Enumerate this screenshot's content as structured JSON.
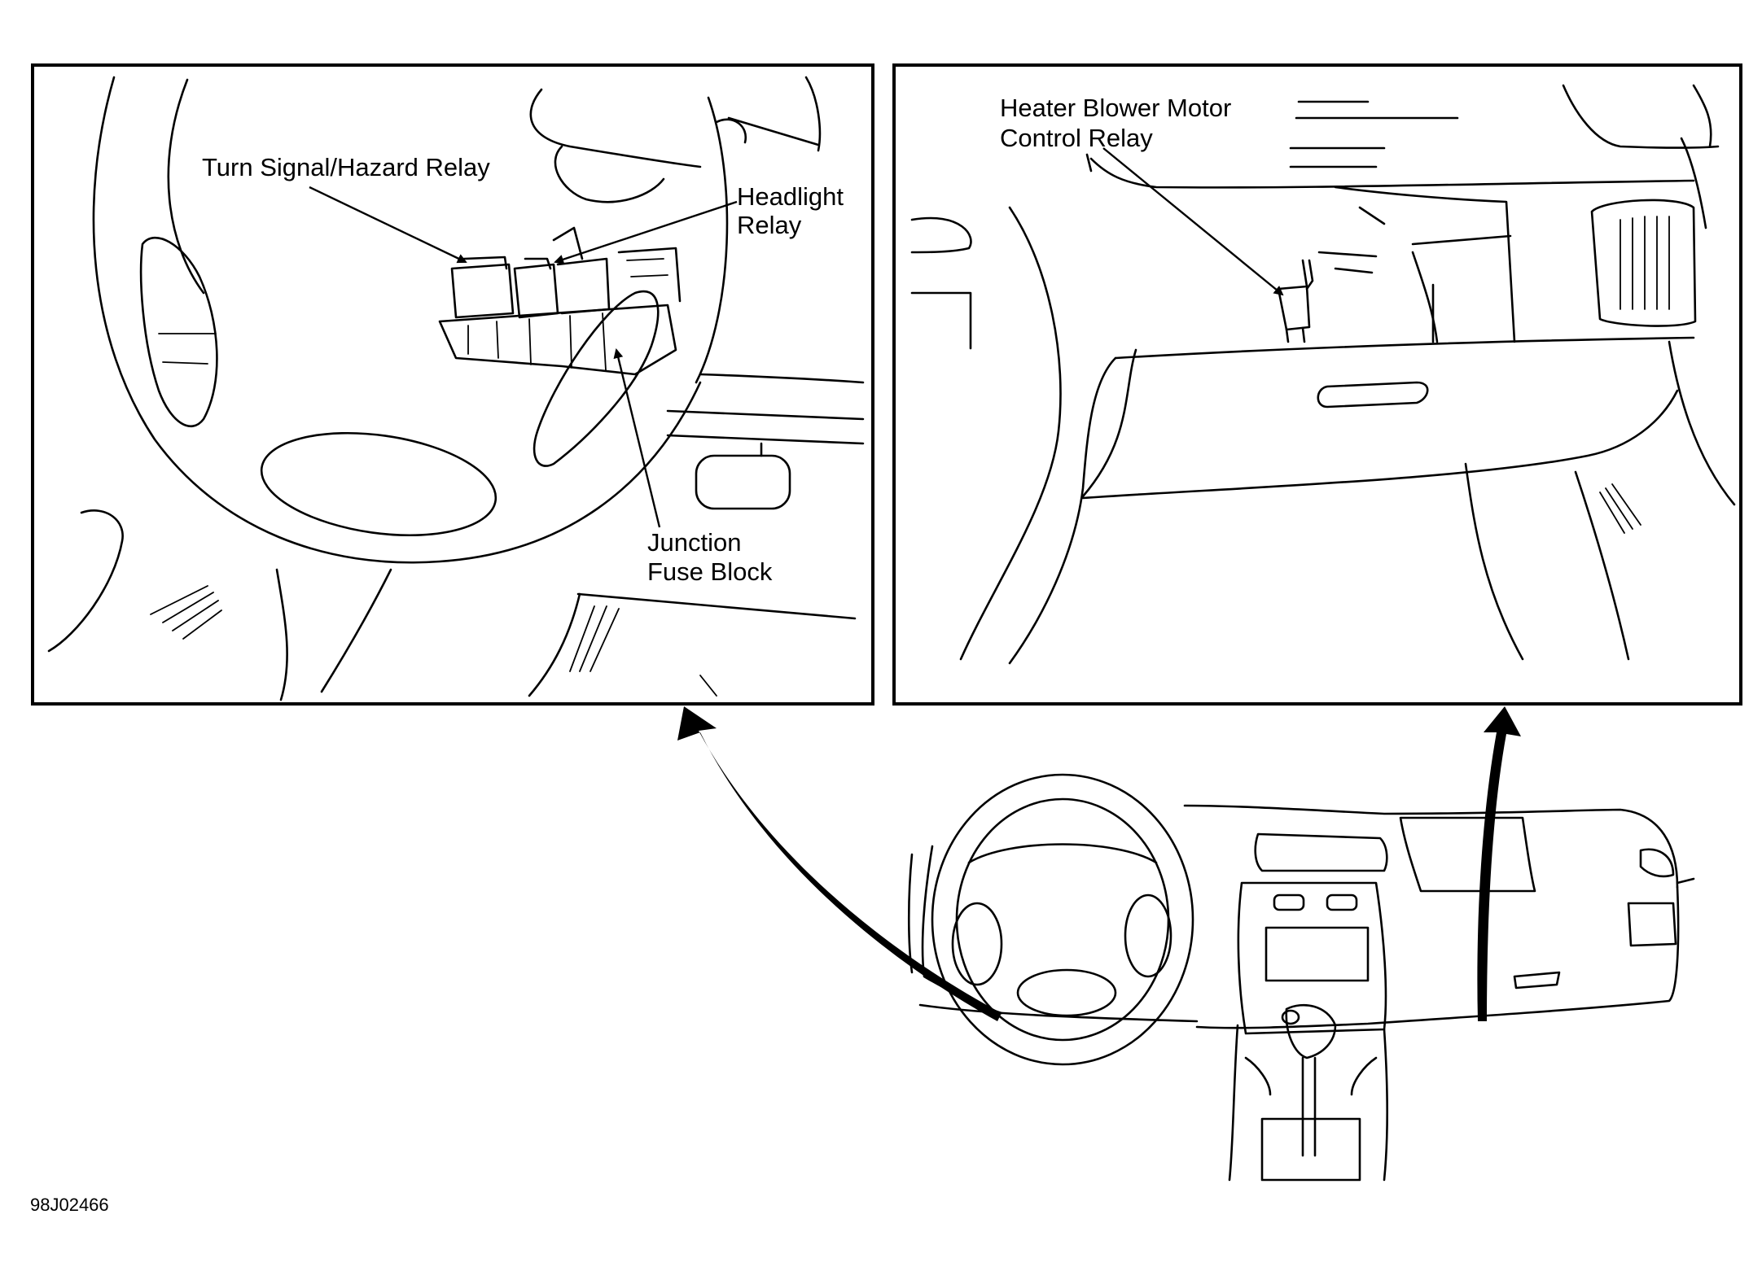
{
  "left_panel": {
    "labels": {
      "turn_signal": "Turn Signal/Hazard Relay",
      "headlight_line1": "Headlight",
      "headlight_line2": "Relay",
      "junction_line1": "Junction",
      "junction_line2": "Fuse Block"
    }
  },
  "right_panel": {
    "labels": {
      "heater_line1": "Heater Blower Motor",
      "heater_line2": "Control Relay"
    }
  },
  "figure_code": "98J02466"
}
